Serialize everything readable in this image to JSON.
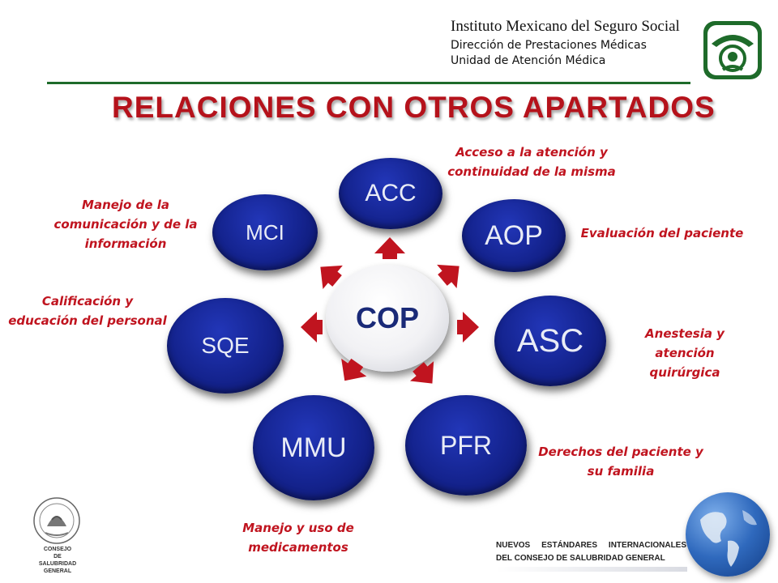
{
  "header": {
    "institution": "Instituto Mexicano del Seguro Social",
    "direction": "Dirección de Prestaciones Médicas",
    "unit": "Unidad de Atención Médica"
  },
  "title": "RELACIONES CON OTROS APARTADOS",
  "hub": {
    "label": "COP"
  },
  "nodes": [
    {
      "label": "ACC",
      "description": [
        "Acceso a la atención y",
        "continuidad de la misma"
      ]
    },
    {
      "label": "AOP",
      "description": [
        "Evaluación del paciente"
      ]
    },
    {
      "label": "ASC",
      "description": [
        "Anestesia y",
        "atención",
        "quirúrgica"
      ]
    },
    {
      "label": "PFR",
      "description": [
        "Derechos del paciente y",
        "su familia"
      ]
    },
    {
      "label": "MMU",
      "description": [
        "Manejo y uso de",
        "medicamentos"
      ]
    },
    {
      "label": "SQE",
      "description": [
        "Calificación y",
        "educación del personal"
      ]
    },
    {
      "label": "MCI",
      "description": [
        "Manejo de la",
        "comunicación y de la",
        "información"
      ]
    }
  ],
  "footer": {
    "line1": "NUEVOS     ESTÁNDARES     INTERNACIONALES",
    "line2": "DEL CONSEJO DE SALUBRIDAD GENERAL",
    "seal_text": [
      "CONSEJO",
      "DE",
      "SALUBRIDAD GENERAL"
    ]
  },
  "colors": {
    "accent": "#c0141f",
    "node": "#14238e",
    "rule": "#1e6b2a"
  }
}
